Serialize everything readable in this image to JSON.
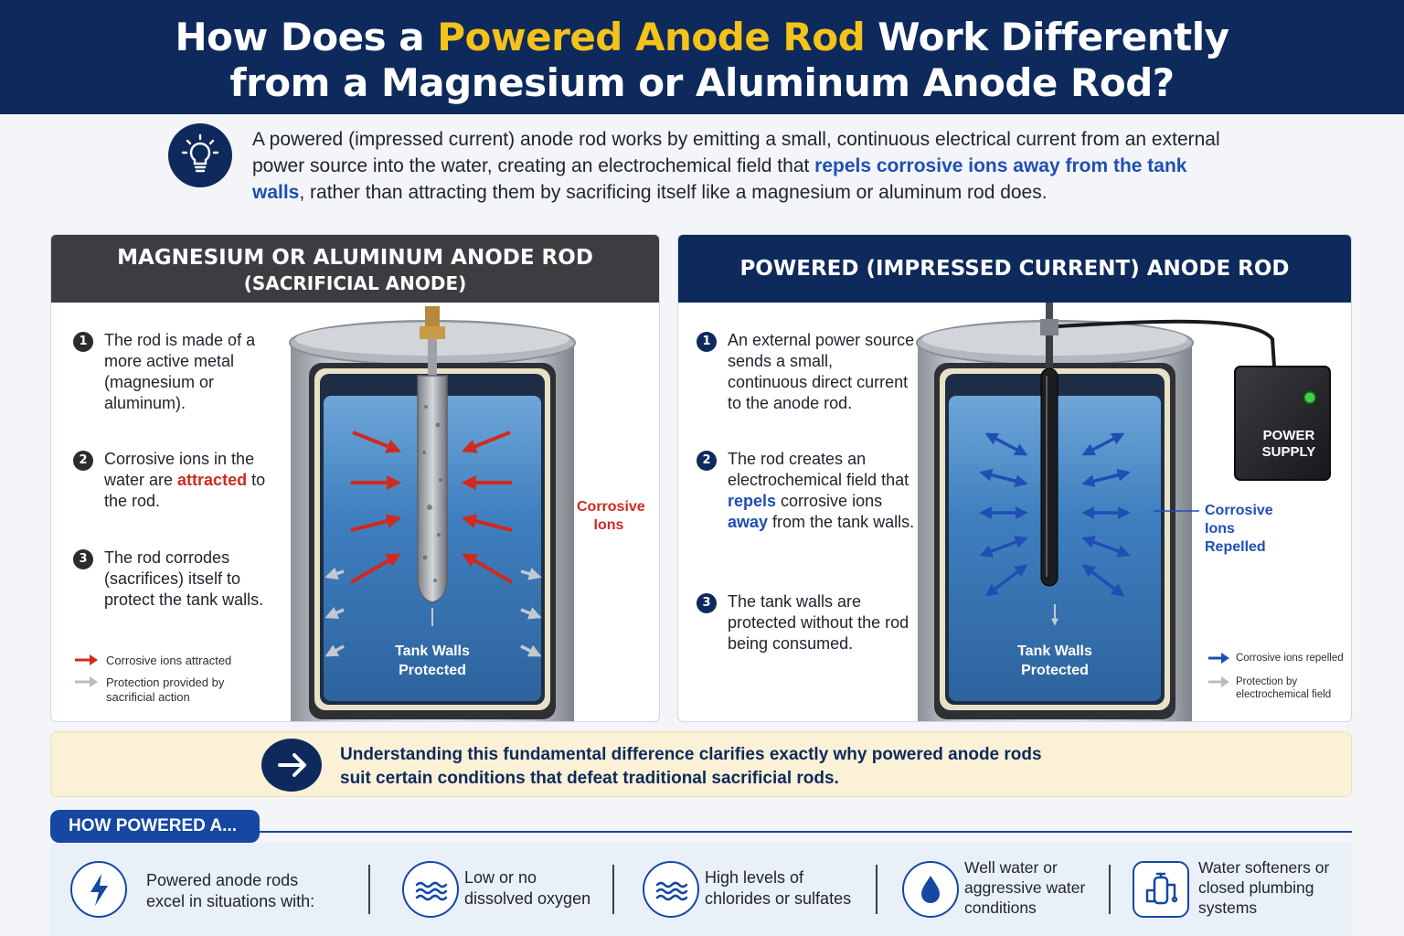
{
  "header": {
    "title_pre": "How Does a ",
    "title_highlight": "Powered Anode Rod",
    "title_post": " Work Differently",
    "title_line2": "from a Magnesium or Aluminum Anode Rod?"
  },
  "intro": {
    "icon": "lightbulb-icon",
    "text_a": "A powered (impressed current) anode rod works by emitting a small, continuous electrical current from an external power source into the water, creating an electrochemical field that ",
    "text_em": "repels corrosive ions away from the tank walls",
    "text_b": ", rather than attracting them by sacrificing itself like a magnesium or aluminum rod does."
  },
  "left_panel": {
    "title": "MAGNESIUM OR ALUMINUM ANODE ROD",
    "subtitle": "(SACRIFICIAL ANODE)",
    "steps": [
      {
        "num": "1",
        "text": "The rod is made of a more active metal (magnesium or aluminum)."
      },
      {
        "num": "2",
        "pre": "Corrosive ions in the water are ",
        "em": "attracted",
        "post": " to the rod."
      },
      {
        "num": "3",
        "text": "The rod corrodes (sacrifices) itself to protect the tank walls."
      }
    ],
    "tank_label_1": "Tank Walls",
    "tank_label_2": "Protected",
    "side_label_1": "Corrosive",
    "side_label_2": "Ions",
    "legend": [
      {
        "text": "Corrosive ions attracted",
        "color": "#cf2a1f"
      },
      {
        "text": "Protection provided by sacrificial action",
        "color": "#b8bcc4"
      }
    ]
  },
  "right_panel": {
    "title": "POWERED (IMPRESSED CURRENT) ANODE ROD",
    "steps": [
      {
        "num": "1",
        "text": "An external power source sends a small, continuous direct current to the anode rod."
      },
      {
        "num": "2",
        "pre": "The rod creates an electrochemical field that ",
        "em1": "repels",
        "mid": " corrosive ions ",
        "em2": "away",
        "post": " from the tank walls."
      },
      {
        "num": "3",
        "text": "The tank walls are protected without the rod being consumed."
      }
    ],
    "tank_label_1": "Tank Walls",
    "tank_label_2": "Protected",
    "power_supply_1": "POWER",
    "power_supply_2": "SUPPLY",
    "side_label_1": "Corrosive",
    "side_label_2": "Ions",
    "side_label_3": "Repelled",
    "legend": [
      {
        "text": "Corrosive ions repelled",
        "color": "#1f4fb3"
      },
      {
        "text": "Protection by electrochemical field",
        "color": "#b8bcc4"
      }
    ]
  },
  "banner": {
    "icon": "arrow-right-icon",
    "line1": "Understanding this fundamental difference clarifies exactly why powered anode rods",
    "line2": "suit certain conditions that defeat traditional sacrificial rods."
  },
  "bottom": {
    "tab_label": "HOW POWERED A...",
    "intro_line1": "Powered anode rods",
    "intro_line2": "excel in situations with:",
    "items": [
      {
        "icon": "water-waves-icon",
        "line1": "Low or no",
        "line2": "dissolved oxygen",
        "line3": ""
      },
      {
        "icon": "water-waves-icon",
        "line1": "High levels of",
        "line2": "chlorides or sulfates",
        "line3": ""
      },
      {
        "icon": "water-drop-icon",
        "line1": "Well water or",
        "line2": "aggressive water",
        "line3": "conditions"
      },
      {
        "icon": "water-softener-icon",
        "line1": "Water softeners or",
        "line2": "closed plumbing",
        "line3": "systems"
      }
    ]
  },
  "colors": {
    "navy": "#0e2a5c",
    "gold": "#f5c21a",
    "red": "#cf2a1f",
    "blue": "#1f4fb3",
    "water": "#3f7fbf"
  }
}
